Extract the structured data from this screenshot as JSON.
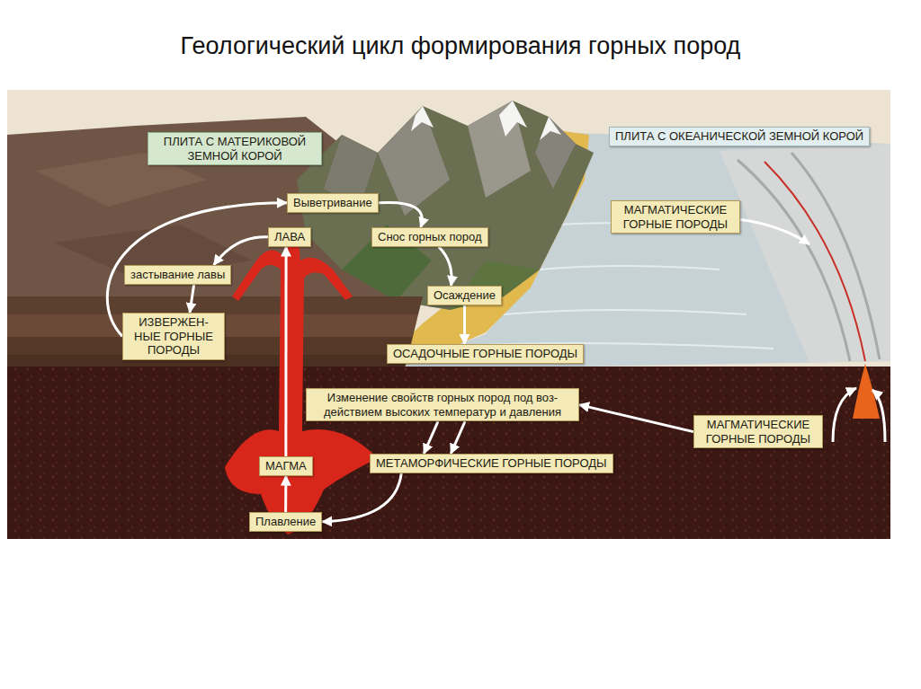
{
  "diagram": {
    "title": "Геологический цикл формирования горных пород",
    "nodes": [
      {
        "text": [
          "ПЛИТА С МАТЕРИКОВОЙ ЗЕМНОЙ КОРОЙ"
        ]
      },
      {
        "text": [
          "ПЛИТА С ОКЕАНИЧЕСКОЙ ЗЕМНОЙ КОРОЙ"
        ]
      },
      {
        "text": [
          "Выветривание"
        ]
      },
      {
        "text": [
          "ЛАВА"
        ]
      },
      {
        "text": [
          "Снос горных пород"
        ]
      },
      {
        "text": [
          "застывание лавы"
        ]
      },
      {
        "text": [
          "МАГМАТИЧЕСКИЕ ГОРНЫЕ ПОРОДЫ"
        ]
      },
      {
        "text": [
          "Осаждение"
        ]
      },
      {
        "text": [
          "ИЗВЕРЖЕН- НЫЕ ГОРНЫЕ ПОРОДЫ"
        ]
      },
      {
        "text": [
          "ОСАДОЧНЫЕ ГОРНЫЕ ПОРОДЫ"
        ]
      },
      {
        "text": [
          "Изменение свойств горных пород под воз- действием высоких температур и давления"
        ]
      },
      {
        "text": [
          "МАГМАТИЧЕСКИЕ ГОРНЫЕ ПОРОДЫ"
        ]
      },
      {
        "text": [
          "МЕТАМОРФИЧЕСКИЕ ГОРНЫЕ ПОРОДЫ"
        ]
      },
      {
        "text": [
          "МАГМА"
        ]
      },
      {
        "text": [
          "Плавление"
        ]
      }
    ],
    "edges": [
      {
        "from": 8,
        "to": 2,
        "arrow": "to"
      },
      {
        "from": 2,
        "to": 4,
        "arrow": "to"
      },
      {
        "from": 4,
        "to": 7,
        "arrow": "to"
      },
      {
        "from": 7,
        "to": 9,
        "arrow": "to"
      },
      {
        "from": 10,
        "to": 12,
        "arrow": "to"
      },
      {
        "from": 10,
        "to": 12,
        "arrow": "to"
      },
      {
        "from": 11,
        "to": 10,
        "arrow": "to"
      },
      {
        "from": 12,
        "to": 14,
        "arrow": "to"
      },
      {
        "from": 14,
        "to": 13,
        "arrow": "to"
      },
      {
        "from": 13,
        "to": 3,
        "arrow": "to"
      },
      {
        "from": 3,
        "to": 5,
        "arrow": "to"
      },
      {
        "from": 5,
        "to": 8,
        "arrow": "to"
      }
    ]
  }
}
